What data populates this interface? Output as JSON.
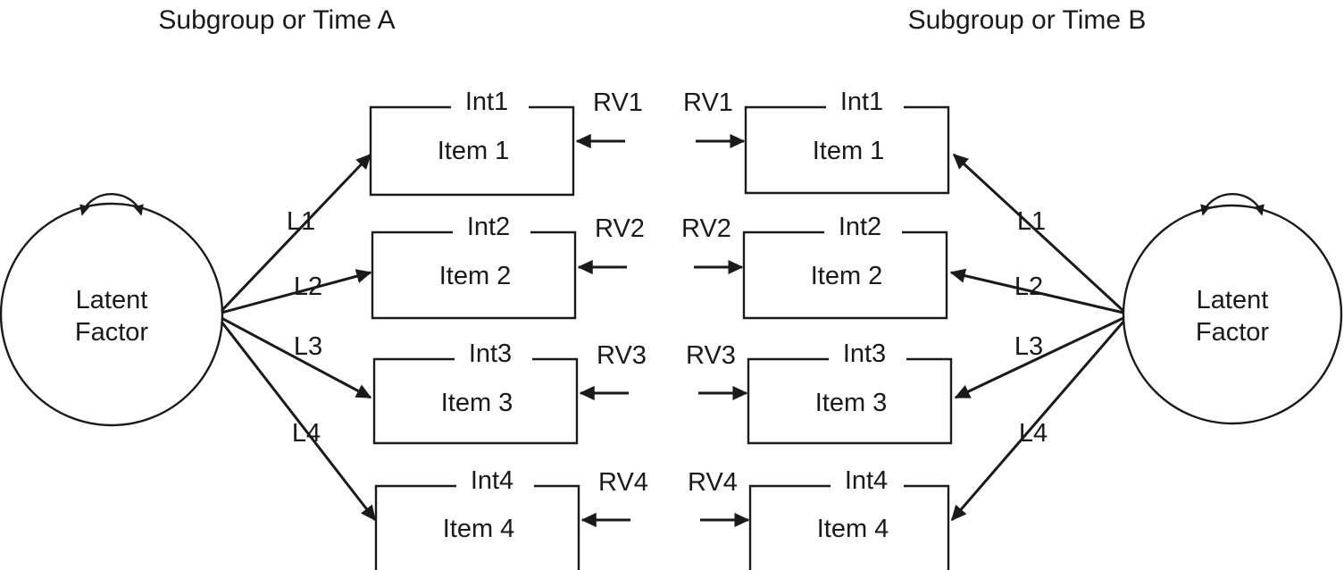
{
  "figure": {
    "title_left": "Subgroup or Time A",
    "title_right": "Subgroup or Time B",
    "latent_label_line1": "Latent",
    "latent_label_line2": "Factor",
    "ink_color": "#1a1a1a",
    "background_color": "#ffffff"
  },
  "chart_data": {
    "type": "diagram",
    "title": "Measurement invariance structural equation model",
    "panels": [
      {
        "id": "A",
        "header": "Subgroup or Time A",
        "latent": {
          "label": "Latent Factor",
          "variance_arrow": "double-headed-curved"
        },
        "side": "left"
      },
      {
        "id": "B",
        "header": "Subgroup or Time B",
        "latent": {
          "label": "Latent Factor",
          "variance_arrow": "double-headed-curved"
        },
        "side": "right"
      }
    ],
    "indicators": [
      {
        "item": "Item 1",
        "intercept": "Int1",
        "residual": "RV1",
        "loading": "L1"
      },
      {
        "item": "Item 2",
        "intercept": "Int2",
        "residual": "RV2",
        "loading": "L2"
      },
      {
        "item": "Item 3",
        "intercept": "Int3",
        "residual": "RV3",
        "loading": "L3"
      },
      {
        "item": "Item 4",
        "intercept": "Int4",
        "residual": "RV4",
        "loading": "L4"
      }
    ],
    "legend": [],
    "annotations": [
      "Loadings L1-L4 run from each Latent Factor to its four indicator boxes",
      "Intercepts Int1-Int4 label the top edge of each indicator box",
      "Residual variances RV1-RV4 enter each indicator box from the outer side"
    ]
  },
  "left_panel": {
    "header": "Subgroup or Time A",
    "latent": {
      "line1": "Latent",
      "line2": "Factor"
    },
    "loadings": [
      {
        "label": "L1"
      },
      {
        "label": "L2"
      },
      {
        "label": "L3"
      },
      {
        "label": "L4"
      }
    ],
    "items": [
      {
        "intercept": "Int1",
        "name": "Item 1",
        "residual": "RV1"
      },
      {
        "intercept": "Int2",
        "name": "Item 2",
        "residual": "RV2"
      },
      {
        "intercept": "Int3",
        "name": "Item 3",
        "residual": "RV3"
      },
      {
        "intercept": "Int4",
        "name": "Item 4",
        "residual": "RV4"
      }
    ]
  },
  "right_panel": {
    "header": "Subgroup or Time B",
    "latent": {
      "line1": "Latent",
      "line2": "Factor"
    },
    "loadings": [
      {
        "label": "L1"
      },
      {
        "label": "L2"
      },
      {
        "label": "L3"
      },
      {
        "label": "L4"
      }
    ],
    "items": [
      {
        "intercept": "Int1",
        "name": "Item 1",
        "residual": "RV1"
      },
      {
        "intercept": "Int2",
        "name": "Item 2",
        "residual": "RV2"
      },
      {
        "intercept": "Int3",
        "name": "Item 3",
        "residual": "RV3"
      },
      {
        "intercept": "Int4",
        "name": "Item 4",
        "residual": "RV4"
      }
    ]
  }
}
